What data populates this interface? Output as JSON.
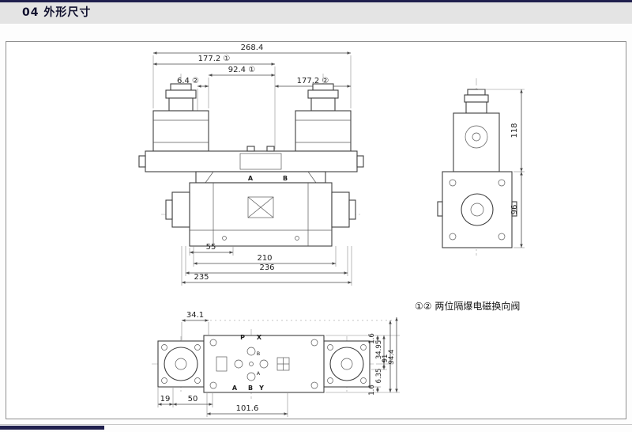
{
  "header": {
    "title": "04 外形尺寸"
  },
  "note": {
    "text": "①② 两位隔爆电磁换向阀"
  },
  "front_view": {
    "dim_overall": "268.4",
    "dim_177_2_a": "177.2 ①",
    "dim_92_4": "92.4 ①",
    "dim_6_4": "6.4 ②",
    "dim_177_2_b": "177.2 ②",
    "dim_55": "55",
    "dim_210": "210",
    "dim_236": "236",
    "dim_235": "235",
    "port_a": "A",
    "port_b": "B"
  },
  "side_view": {
    "dim_118": "118",
    "dim_96": "96"
  },
  "top_view": {
    "dim_34_1": "34.1",
    "dim_1_6_top": "1.6",
    "dim_34_95": "34.95",
    "dim_6_35": "6.35",
    "dim_91": "91",
    "dim_94_4": "94.4",
    "dim_1_6_bottom": "1.6",
    "dim_19": "19",
    "dim_50": "50",
    "dim_101_6": "101.6",
    "port_p": "P",
    "port_x": "X",
    "port_a": "A",
    "port_b": "B",
    "port_y": "Y",
    "center_b": "B",
    "center_a": "A"
  }
}
